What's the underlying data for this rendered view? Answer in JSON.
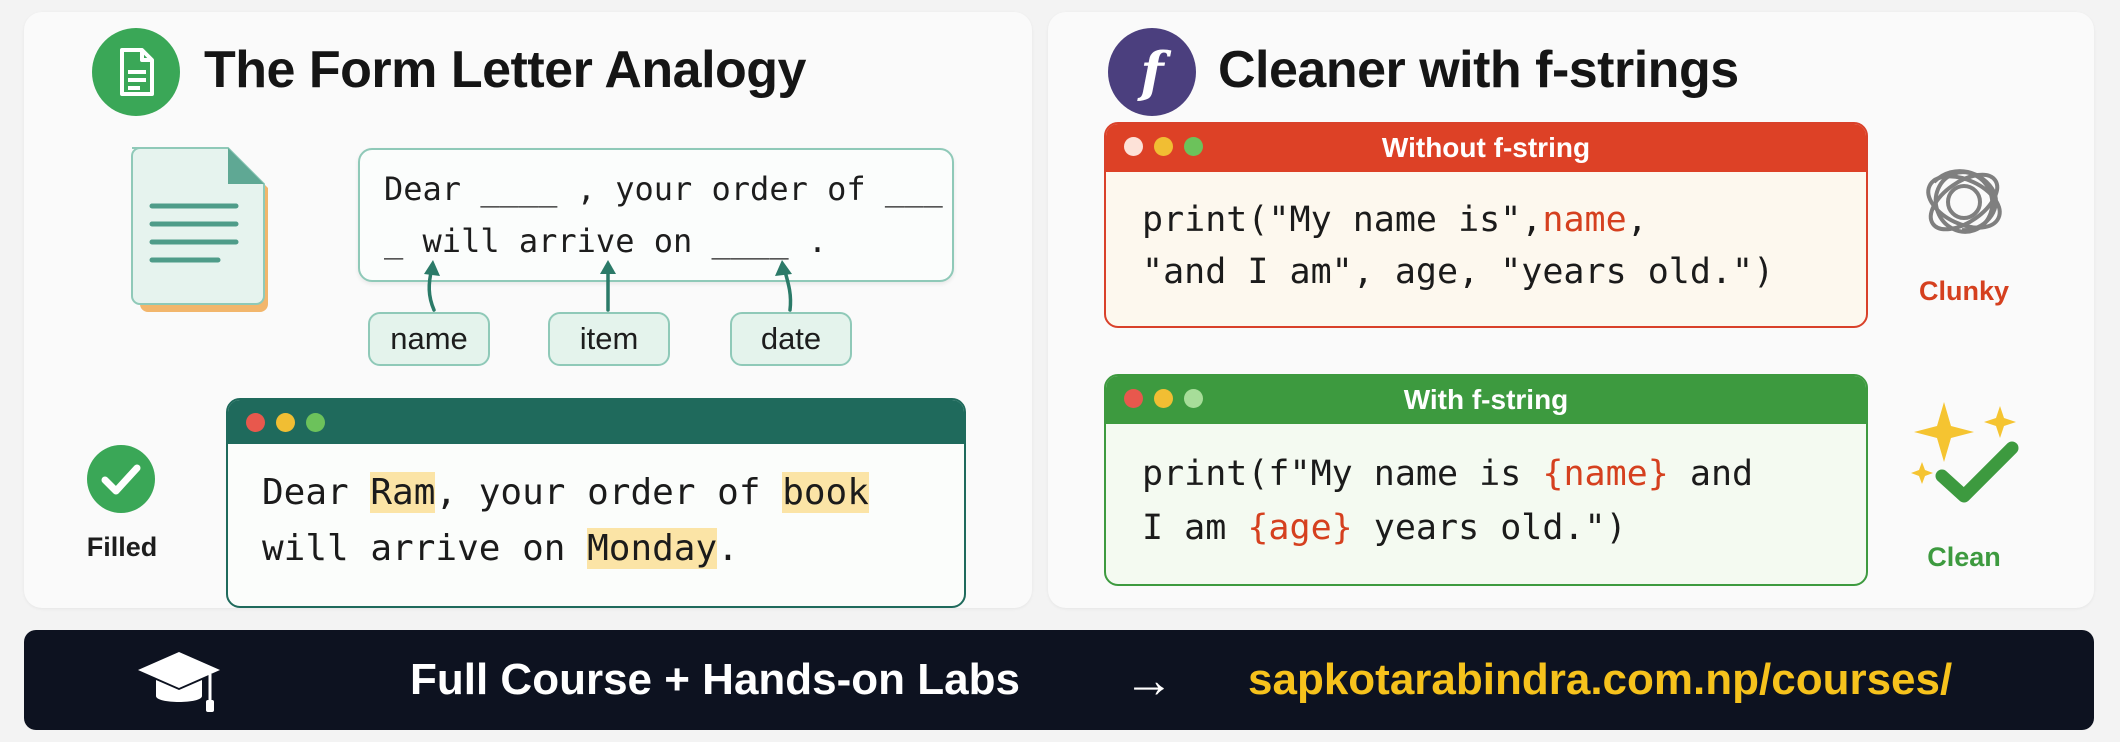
{
  "left_panel": {
    "title": "The Form Letter Analogy",
    "template_line1": "Dear ____ , your order of ___",
    "template_line2": "_ will arrive on ____ .",
    "placeholders": [
      "name",
      "item",
      "date"
    ],
    "filled_label": "Filled",
    "filled_line1": {
      "p1": "Dear ",
      "v1": "Ram",
      "p2": ", your order of ",
      "v2": "book"
    },
    "filled_line2": {
      "p1": "will arrive on ",
      "v1": "Monday",
      "p2": "."
    }
  },
  "right_panel": {
    "badge_letter": "f",
    "title": "Cleaner with f-strings",
    "without": {
      "header": "Without f-string",
      "line1_a": "print(\"My name is\",",
      "line1_b": "name",
      "line1_c": ",",
      "line2": "\"and I am\", age, \"years old.\")",
      "label": "Clunky"
    },
    "with": {
      "header": "With f-string",
      "line1_a": "print(f\"My name is ",
      "line1_b": "{name}",
      "line1_c": " and",
      "line2_a": "I am ",
      "line2_b": "{age}",
      "line2_c": " years old.\")",
      "label": "Clean"
    }
  },
  "footer": {
    "text": "Full Course + Hands-on Labs",
    "arrow": "→",
    "url": "sapkotarabindra.com.np/courses/"
  },
  "colors": {
    "green_badge": "#3aa757",
    "purple_badge": "#4b3f7e",
    "teal": "#1f6a5c",
    "red": "#dd4126",
    "green": "#3d9a3f",
    "highlight": "#fbe4a6",
    "url_yellow": "#f6c21c",
    "footer_bg": "#0d1220"
  },
  "icons": [
    "document-icon",
    "check-circle-icon",
    "knot-icon",
    "sparkle-check-icon",
    "graduation-cap-icon"
  ]
}
